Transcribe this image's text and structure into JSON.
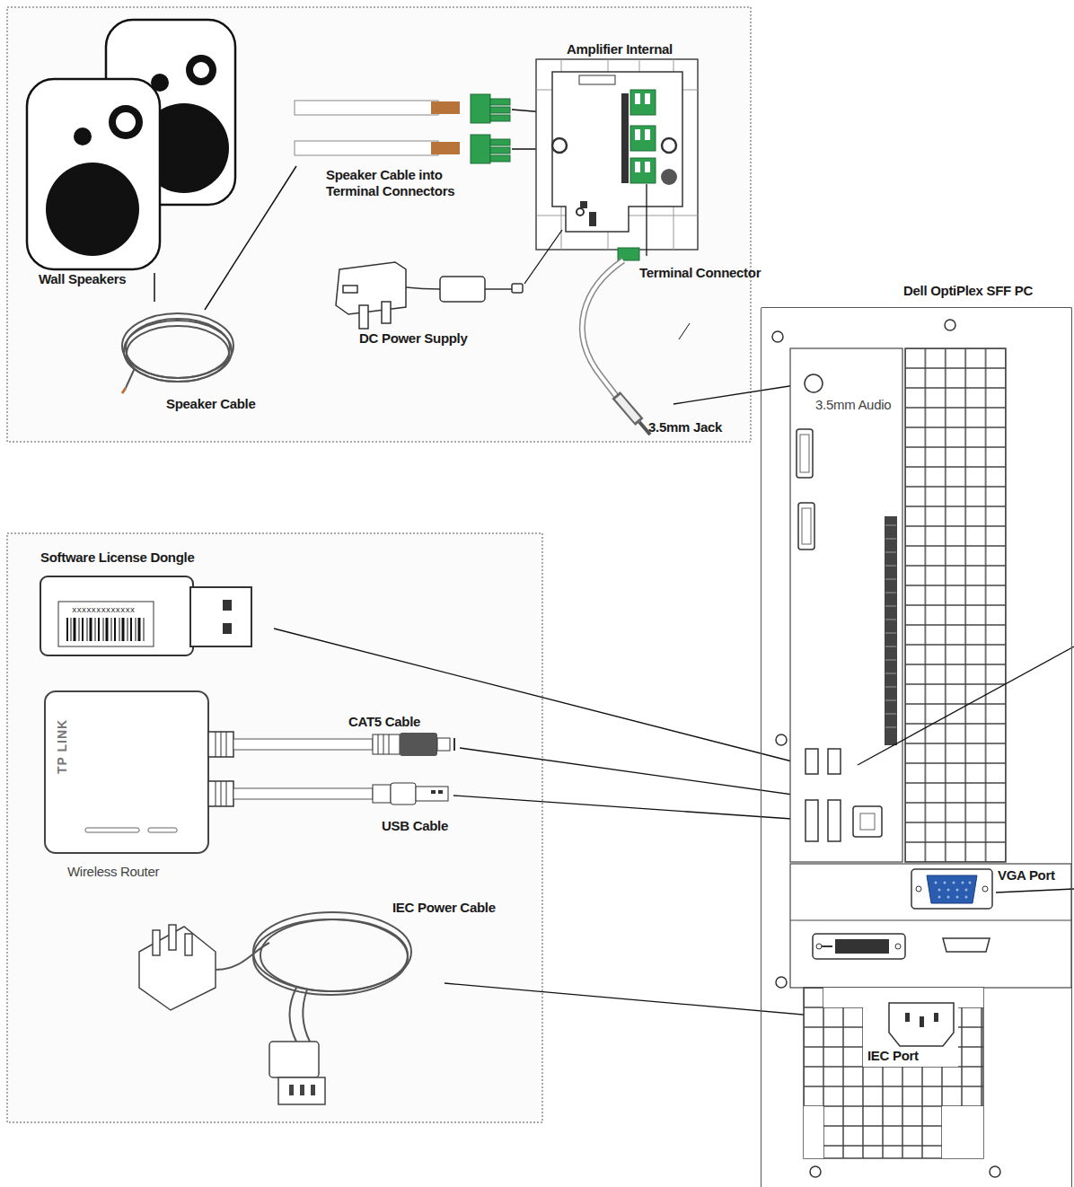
{
  "diagram": {
    "nodes": [
      {
        "text": [
          "Dell OptiPlex SFF PC"
        ]
      }
    ],
    "labels": [
      "Amplifier Internal",
      "Wall Speakers",
      "Speaker Cable into Terminal Connectors",
      "DC Power Supply",
      "Terminal Connector",
      "Speaker Cable",
      "3.5mm Jack",
      "Software License Dongle",
      "xxxxxxxxxxxxx",
      "TP LINK",
      "CAT5 Cable",
      "USB Cable",
      "Wireless Router",
      "IEC Power Cable",
      "3.5mm Audio",
      "VGA Port",
      "IEC Port"
    ]
  }
}
